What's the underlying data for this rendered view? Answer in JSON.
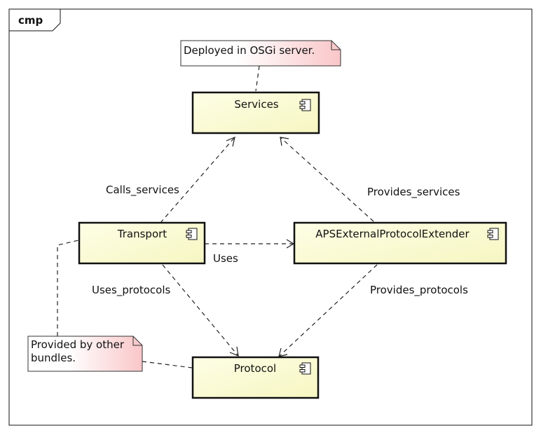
{
  "frame": {
    "label": "cmp"
  },
  "components": {
    "services": {
      "name": "Services"
    },
    "transport": {
      "name": "Transport"
    },
    "aps_extender": {
      "name": "APSExternalProtocolExtender"
    },
    "protocol": {
      "name": "Protocol"
    }
  },
  "notes": {
    "deployed": {
      "lines": [
        "Deployed in OSGi server."
      ]
    },
    "provided": {
      "lines": [
        "Provided by other",
        "bundles."
      ]
    }
  },
  "relations": {
    "calls_services": "Calls_services",
    "provides_services": "Provides_services",
    "uses": "Uses",
    "uses_protocols": "Uses_protocols",
    "provides_protocols": "Provides_protocols"
  },
  "colors": {
    "component_fill_start": "#fefee6",
    "component_fill_end": "#f6f6c2",
    "note_fill_start": "#ffffff",
    "note_fill_end": "#f9c6c8",
    "line": "#222222"
  }
}
